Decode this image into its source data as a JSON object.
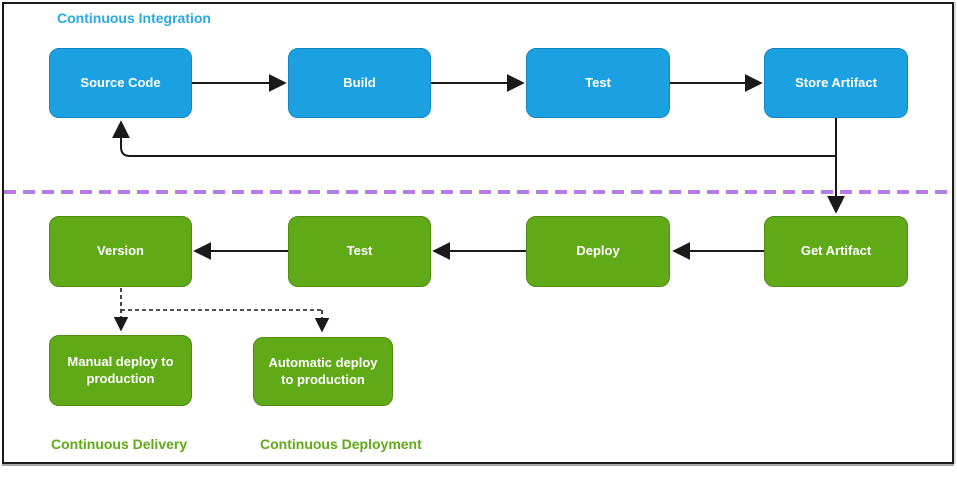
{
  "sections": {
    "integration": {
      "label": "Continuous Integration",
      "color": "#29a9e2"
    },
    "delivery": {
      "label": "Continuous Delivery",
      "color": "#60a917"
    },
    "deployment": {
      "label": "Continuous Deployment",
      "color": "#60a917"
    }
  },
  "nodes": {
    "source_code": {
      "label": "Source Code",
      "group": "continuous-integration"
    },
    "build": {
      "label": "Build",
      "group": "continuous-integration"
    },
    "test_ci": {
      "label": "Test",
      "group": "continuous-integration"
    },
    "store_artifact": {
      "label": "Store Artifact",
      "group": "continuous-integration"
    },
    "get_artifact": {
      "label": "Get Artifact",
      "group": "continuous-delivery"
    },
    "deploy": {
      "label": "Deploy",
      "group": "continuous-delivery"
    },
    "test_cd": {
      "label": "Test",
      "group": "continuous-delivery"
    },
    "version": {
      "label": "Version",
      "group": "continuous-delivery"
    },
    "manual_deploy": {
      "label": "Manual deploy to production",
      "group": "continuous-delivery"
    },
    "automatic_deploy": {
      "label": "Automatic deploy to production",
      "group": "continuous-deployment"
    }
  },
  "edges": [
    {
      "from": "source_code",
      "to": "build",
      "style": "solid"
    },
    {
      "from": "build",
      "to": "test_ci",
      "style": "solid"
    },
    {
      "from": "test_ci",
      "to": "store_artifact",
      "style": "solid"
    },
    {
      "from": "store_artifact",
      "to": "source_code",
      "style": "solid-feedback-loop"
    },
    {
      "from": "store_artifact",
      "to": "get_artifact",
      "style": "solid"
    },
    {
      "from": "get_artifact",
      "to": "deploy",
      "style": "solid"
    },
    {
      "from": "deploy",
      "to": "test_cd",
      "style": "solid"
    },
    {
      "from": "test_cd",
      "to": "version",
      "style": "solid"
    },
    {
      "from": "version",
      "to": "manual_deploy",
      "style": "dashed"
    },
    {
      "from": "version",
      "to": "automatic_deploy",
      "style": "dashed"
    }
  ],
  "colors": {
    "ci_box_fill": "#1ba1e2",
    "cd_box_fill": "#60a917",
    "connector": "#1a1a1a",
    "divider": "#b57ce6",
    "frame_border": "#1a1a1a",
    "node_text": "#ffffff"
  }
}
